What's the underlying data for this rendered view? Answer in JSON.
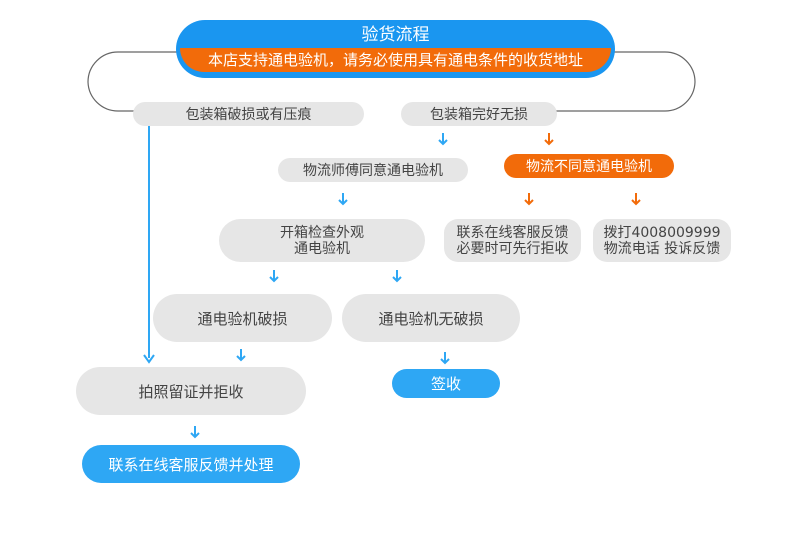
{
  "header": {
    "title": "验货流程",
    "notice": "本店支持通电验机，请务必使用具有通电条件的收货地址"
  },
  "nodes": {
    "box_damaged": "包装箱破损或有压痕",
    "box_intact": "包装箱完好无损",
    "courier_agrees": "物流师傅同意通电验机",
    "courier_refuses": "物流不同意通电验机",
    "open_check_line1": "开箱检查外观",
    "open_check_line2": "通电验机",
    "contact_service_line1": "联系在线客服反馈",
    "contact_service_line2": "必要时可先行拒收",
    "call_hotline_line1": "拨打4008009999",
    "call_hotline_line2": "物流电话 投诉反馈",
    "power_test_damaged": "通电验机破损",
    "power_test_ok": "通电验机无破损",
    "photo_reject": "拍照留证并拒收",
    "sign_receive": "签收",
    "contact_handle": "联系在线客服反馈并处理"
  },
  "colors": {
    "blue": "#2ea7f4",
    "header_blue": "#1a96f0",
    "orange": "#f26b0a",
    "gray_box": "#e6e6e6",
    "text_gray": "#444444",
    "line_gray": "#666666"
  },
  "icons": {
    "arrow": "arrow-down-icon"
  }
}
